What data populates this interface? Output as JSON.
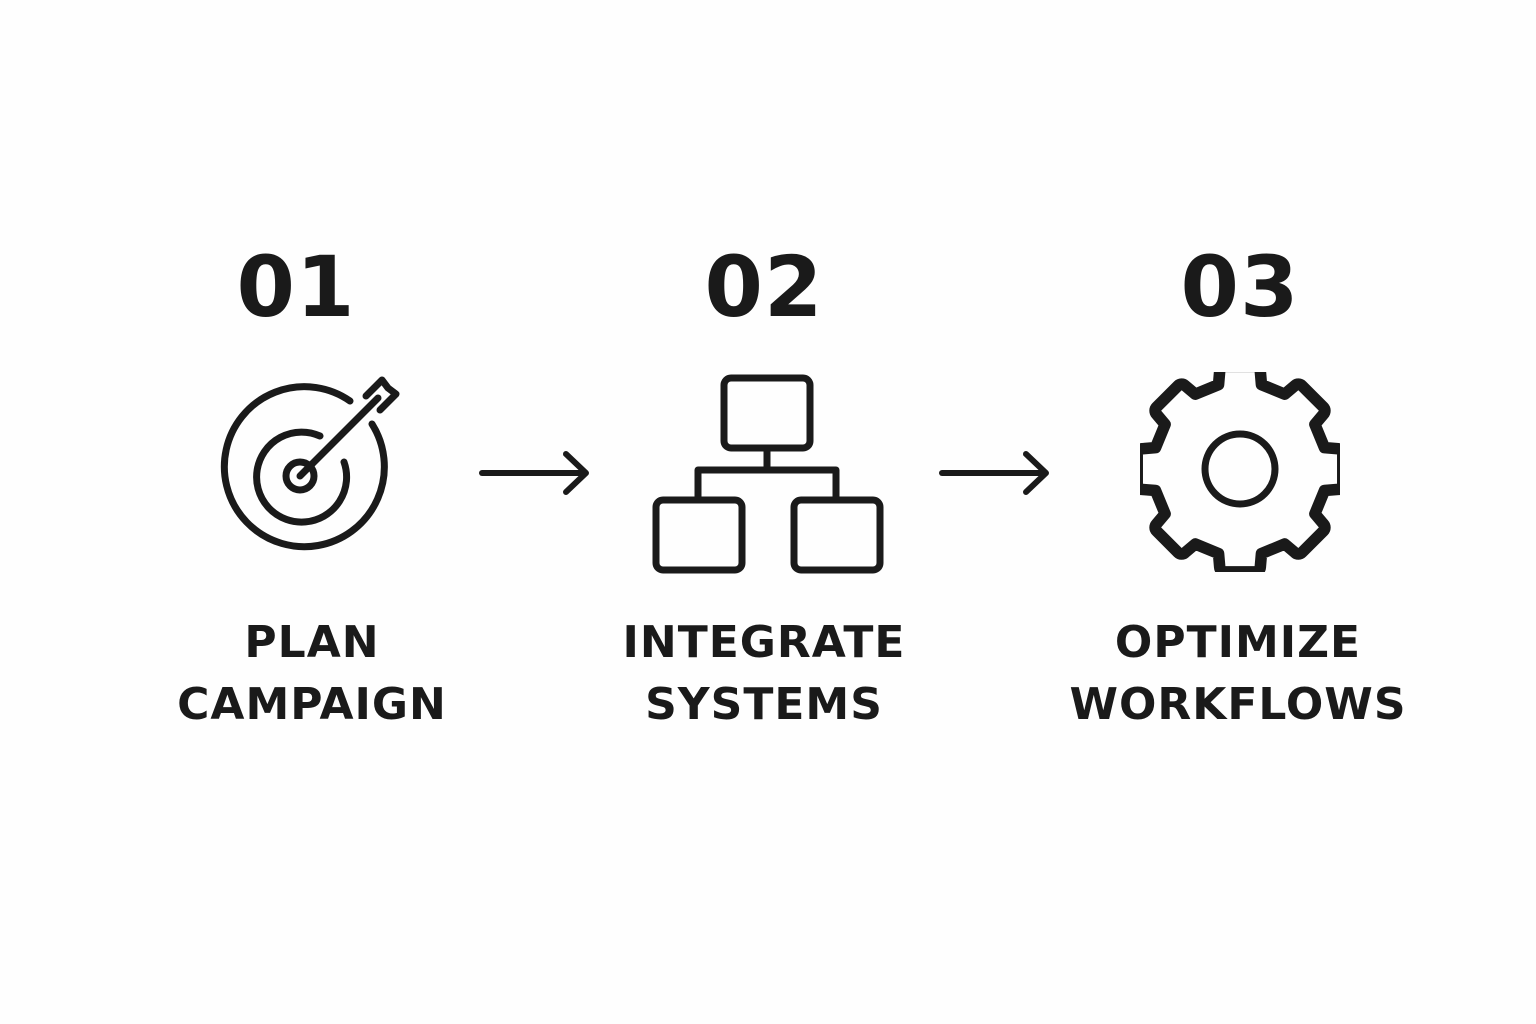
{
  "steps": [
    {
      "number": "01",
      "icon": "target-arrow-icon",
      "label_line1": "PLAN",
      "label_line2": "CAMPAIGN"
    },
    {
      "number": "02",
      "icon": "hierarchy-network-icon",
      "label_line1": "INTEGRATE",
      "label_line2": "SYSTEMS"
    },
    {
      "number": "03",
      "icon": "gear-icon",
      "label_line1": "OPTIMIZE",
      "label_line2": "WORKFLOWS"
    }
  ],
  "connectors": [
    {
      "icon": "arrow-right-icon"
    },
    {
      "icon": "arrow-right-icon"
    }
  ],
  "colors": {
    "background": "#fefefe",
    "foreground": "#1a1a1a"
  }
}
